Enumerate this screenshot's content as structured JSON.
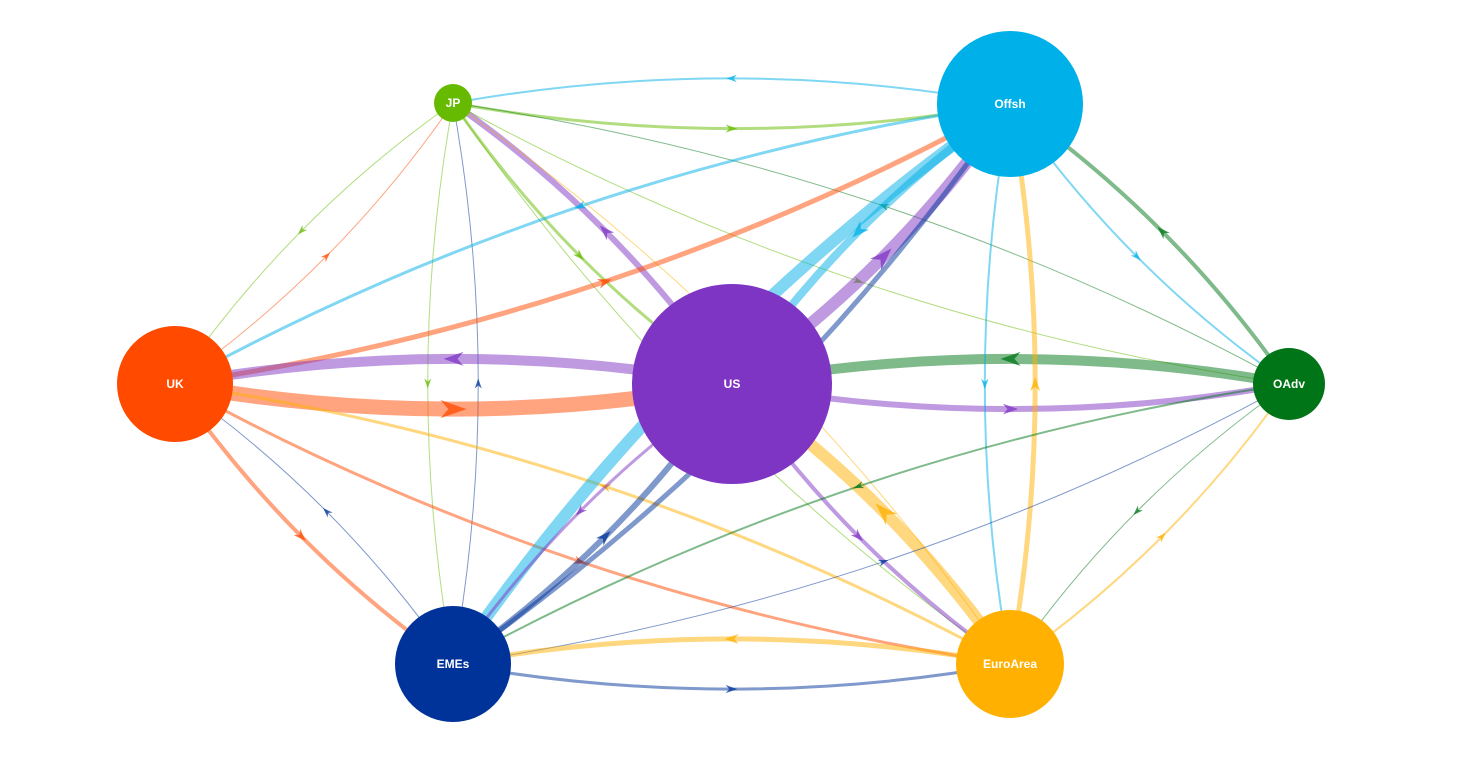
{
  "nodes": [
    {
      "id": "JP",
      "label": "JP",
      "color": "#66bb00",
      "size": 1
    },
    {
      "id": "Offsh",
      "label": "Offsh",
      "color": "#00b0e8",
      "size": 14
    },
    {
      "id": "UK",
      "label": "UK",
      "color": "#ff4a00",
      "size": 9
    },
    {
      "id": "US",
      "label": "US",
      "color": "#7f35c4",
      "size": 26
    },
    {
      "id": "OAdv",
      "label": "OAdv",
      "color": "#007518",
      "size": 3.5
    },
    {
      "id": "EMEs",
      "label": "EMEs",
      "color": "#003399",
      "size": 9
    },
    {
      "id": "EuroArea",
      "label": "EuroArea",
      "color": "#ffb000",
      "size": 8
    }
  ],
  "edges": [
    {
      "source": "Offsh",
      "target": "JP",
      "weight": 2
    },
    {
      "source": "JP",
      "target": "Offsh",
      "weight": 3
    },
    {
      "source": "JP",
      "target": "UK",
      "weight": 1
    },
    {
      "source": "UK",
      "target": "JP",
      "weight": 1
    },
    {
      "source": "JP",
      "target": "EMEs",
      "weight": 1
    },
    {
      "source": "EMEs",
      "target": "JP",
      "weight": 1
    },
    {
      "source": "US",
      "target": "JP",
      "weight": 6
    },
    {
      "source": "JP",
      "target": "US",
      "weight": 3
    },
    {
      "source": "JP",
      "target": "OAdv",
      "weight": 1
    },
    {
      "source": "OAdv",
      "target": "JP",
      "weight": 1
    },
    {
      "source": "JP",
      "target": "EuroArea",
      "weight": 1
    },
    {
      "source": "EuroArea",
      "target": "JP",
      "weight": 1
    },
    {
      "source": "UK",
      "target": "Offsh",
      "weight": 5
    },
    {
      "source": "Offsh",
      "target": "UK",
      "weight": 3
    },
    {
      "source": "UK",
      "target": "US",
      "weight": 15
    },
    {
      "source": "US",
      "target": "UK",
      "weight": 10
    },
    {
      "source": "UK",
      "target": "EMEs",
      "weight": 4
    },
    {
      "source": "EMEs",
      "target": "UK",
      "weight": 1
    },
    {
      "source": "UK",
      "target": "EuroArea",
      "weight": 3
    },
    {
      "source": "EuroArea",
      "target": "UK",
      "weight": 3
    },
    {
      "source": "US",
      "target": "Offsh",
      "weight": 12
    },
    {
      "source": "Offsh",
      "target": "US",
      "weight": 8
    },
    {
      "source": "EMEs",
      "target": "Offsh",
      "weight": 5
    },
    {
      "source": "Offsh",
      "target": "EMEs",
      "weight": 12
    },
    {
      "source": "US",
      "target": "OAdv",
      "weight": 6
    },
    {
      "source": "OAdv",
      "target": "US",
      "weight": 10
    },
    {
      "source": "US",
      "target": "EMEs",
      "weight": 3
    },
    {
      "source": "EMEs",
      "target": "US",
      "weight": 6
    },
    {
      "source": "US",
      "target": "EuroArea",
      "weight": 4
    },
    {
      "source": "EuroArea",
      "target": "US",
      "weight": 12
    },
    {
      "source": "Offsh",
      "target": "OAdv",
      "weight": 2
    },
    {
      "source": "OAdv",
      "target": "Offsh",
      "weight": 4
    },
    {
      "source": "Offsh",
      "target": "EuroArea",
      "weight": 2
    },
    {
      "source": "EuroArea",
      "target": "Offsh",
      "weight": 5
    },
    {
      "source": "OAdv",
      "target": "EMEs",
      "weight": 2
    },
    {
      "source": "EMEs",
      "target": "OAdv",
      "weight": 1
    },
    {
      "source": "OAdv",
      "target": "EuroArea",
      "weight": 1
    },
    {
      "source": "EuroArea",
      "target": "OAdv",
      "weight": 2
    },
    {
      "source": "EuroArea",
      "target": "EMEs",
      "weight": 5
    },
    {
      "source": "EMEs",
      "target": "EuroArea",
      "weight": 3
    }
  ]
}
